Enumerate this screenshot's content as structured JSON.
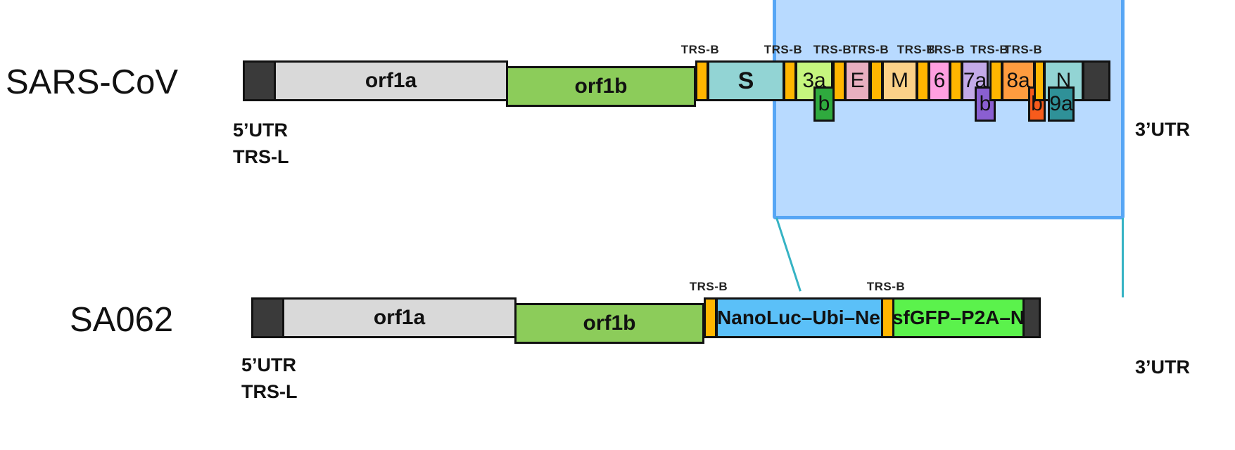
{
  "figure": {
    "kind": "genome-organization-diagram",
    "background": "#ffffff"
  },
  "colors": {
    "utr_cap": "#3a3a3a",
    "orf1a": "#d9d9d9",
    "orf1b": "#8ccc5a",
    "spike": "#92d4d4",
    "orf3a": "#c6f57e",
    "orf3b": "#2faa3e",
    "e": "#e8afc0",
    "m": "#fbd188",
    "orf6": "#ff9fe0",
    "orf7a": "#c3aae8",
    "orf7b": "#8a5fd1",
    "orf8a": "#ff9c3f",
    "orf8b": "#f75b1c",
    "n": "#92d4d4",
    "orf9a": "#2f9198",
    "trs": "#ffb600",
    "nanoluc": "#5bc0f8",
    "sfgfp": "#5bf24c",
    "highlight_fill": "#b8daff",
    "highlight_border": "#57a6f5",
    "connector": "#36b3c4",
    "outline": "#111111"
  },
  "rows": [
    {
      "id": "sars-cov",
      "name": "SARS-CoV",
      "left_annotation": [
        "5’UTR",
        "TRS-L"
      ],
      "right_annotation": "3’UTR",
      "genes": [
        {
          "id": "orf1a",
          "label": "orf1a"
        },
        {
          "id": "orf1b",
          "label": "orf1b"
        },
        {
          "id": "s",
          "label": "S"
        },
        {
          "id": "orf3a",
          "label": "3a"
        },
        {
          "id": "orf3b",
          "label": "b"
        },
        {
          "id": "e",
          "label": "E"
        },
        {
          "id": "m",
          "label": "M"
        },
        {
          "id": "orf6",
          "label": "6"
        },
        {
          "id": "orf7a",
          "label": "7a"
        },
        {
          "id": "orf7b",
          "label": "b"
        },
        {
          "id": "orf8a",
          "label": "8a"
        },
        {
          "id": "orf8b",
          "label": "b"
        },
        {
          "id": "n",
          "label": "N"
        },
        {
          "id": "orf9a",
          "label": "9a"
        }
      ],
      "trs_labels": [
        "TRS-B",
        "TRS-B",
        "TRS-B",
        "TRS-B",
        "TRS-B",
        "TRS-B",
        "TRS-B",
        "TRS-B"
      ]
    },
    {
      "id": "sa062",
      "name": "SA062",
      "left_annotation": [
        "5’UTR",
        "TRS-L"
      ],
      "right_annotation": "3’UTR",
      "genes": [
        {
          "id": "orf1a",
          "label": "orf1a"
        },
        {
          "id": "orf1b",
          "label": "orf1b"
        },
        {
          "id": "nanoluc",
          "label": "NanoLuc–Ubi–Neo"
        },
        {
          "id": "sfgfp",
          "label": "sfGFP–P2A–N"
        }
      ],
      "trs_labels": [
        "TRS-B",
        "TRS-B"
      ]
    }
  ]
}
